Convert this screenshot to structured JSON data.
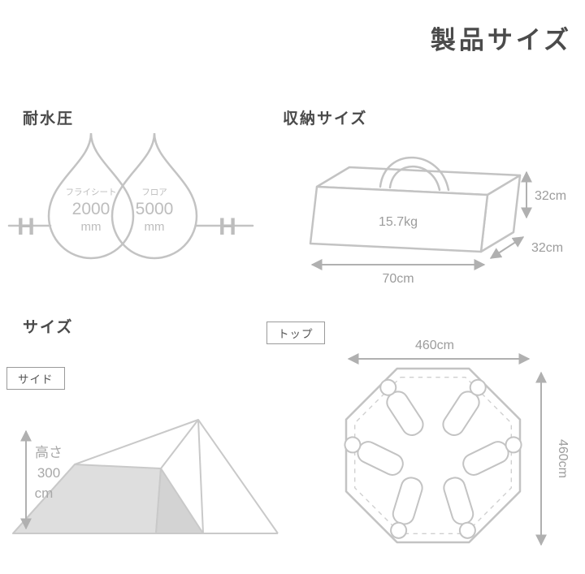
{
  "page": {
    "title": "製品サイズ"
  },
  "water": {
    "heading": "耐水圧",
    "h_left": "H",
    "h_right": "H",
    "drops": [
      {
        "label": "フライシート",
        "value": "2000",
        "unit": "mm"
      },
      {
        "label": "フロア",
        "value": "5000",
        "unit": "mm"
      }
    ]
  },
  "storage": {
    "heading": "収納サイズ",
    "weight": "15.7kg",
    "height": "32cm",
    "depth": "32cm",
    "width": "70cm"
  },
  "size": {
    "heading": "サイズ",
    "side_tag": "サイド",
    "top_tag": "トップ",
    "tent_height": {
      "line1": "高さ",
      "line2": "300",
      "line3": "cm"
    },
    "top_width": "460cm",
    "top_depth": "460cm"
  },
  "colors": {
    "ink": "#4a4a4a",
    "diagram_line": "#c3c3c3",
    "measure_text": "#9c9c9c",
    "shade_fill": "#dcdcdc"
  }
}
